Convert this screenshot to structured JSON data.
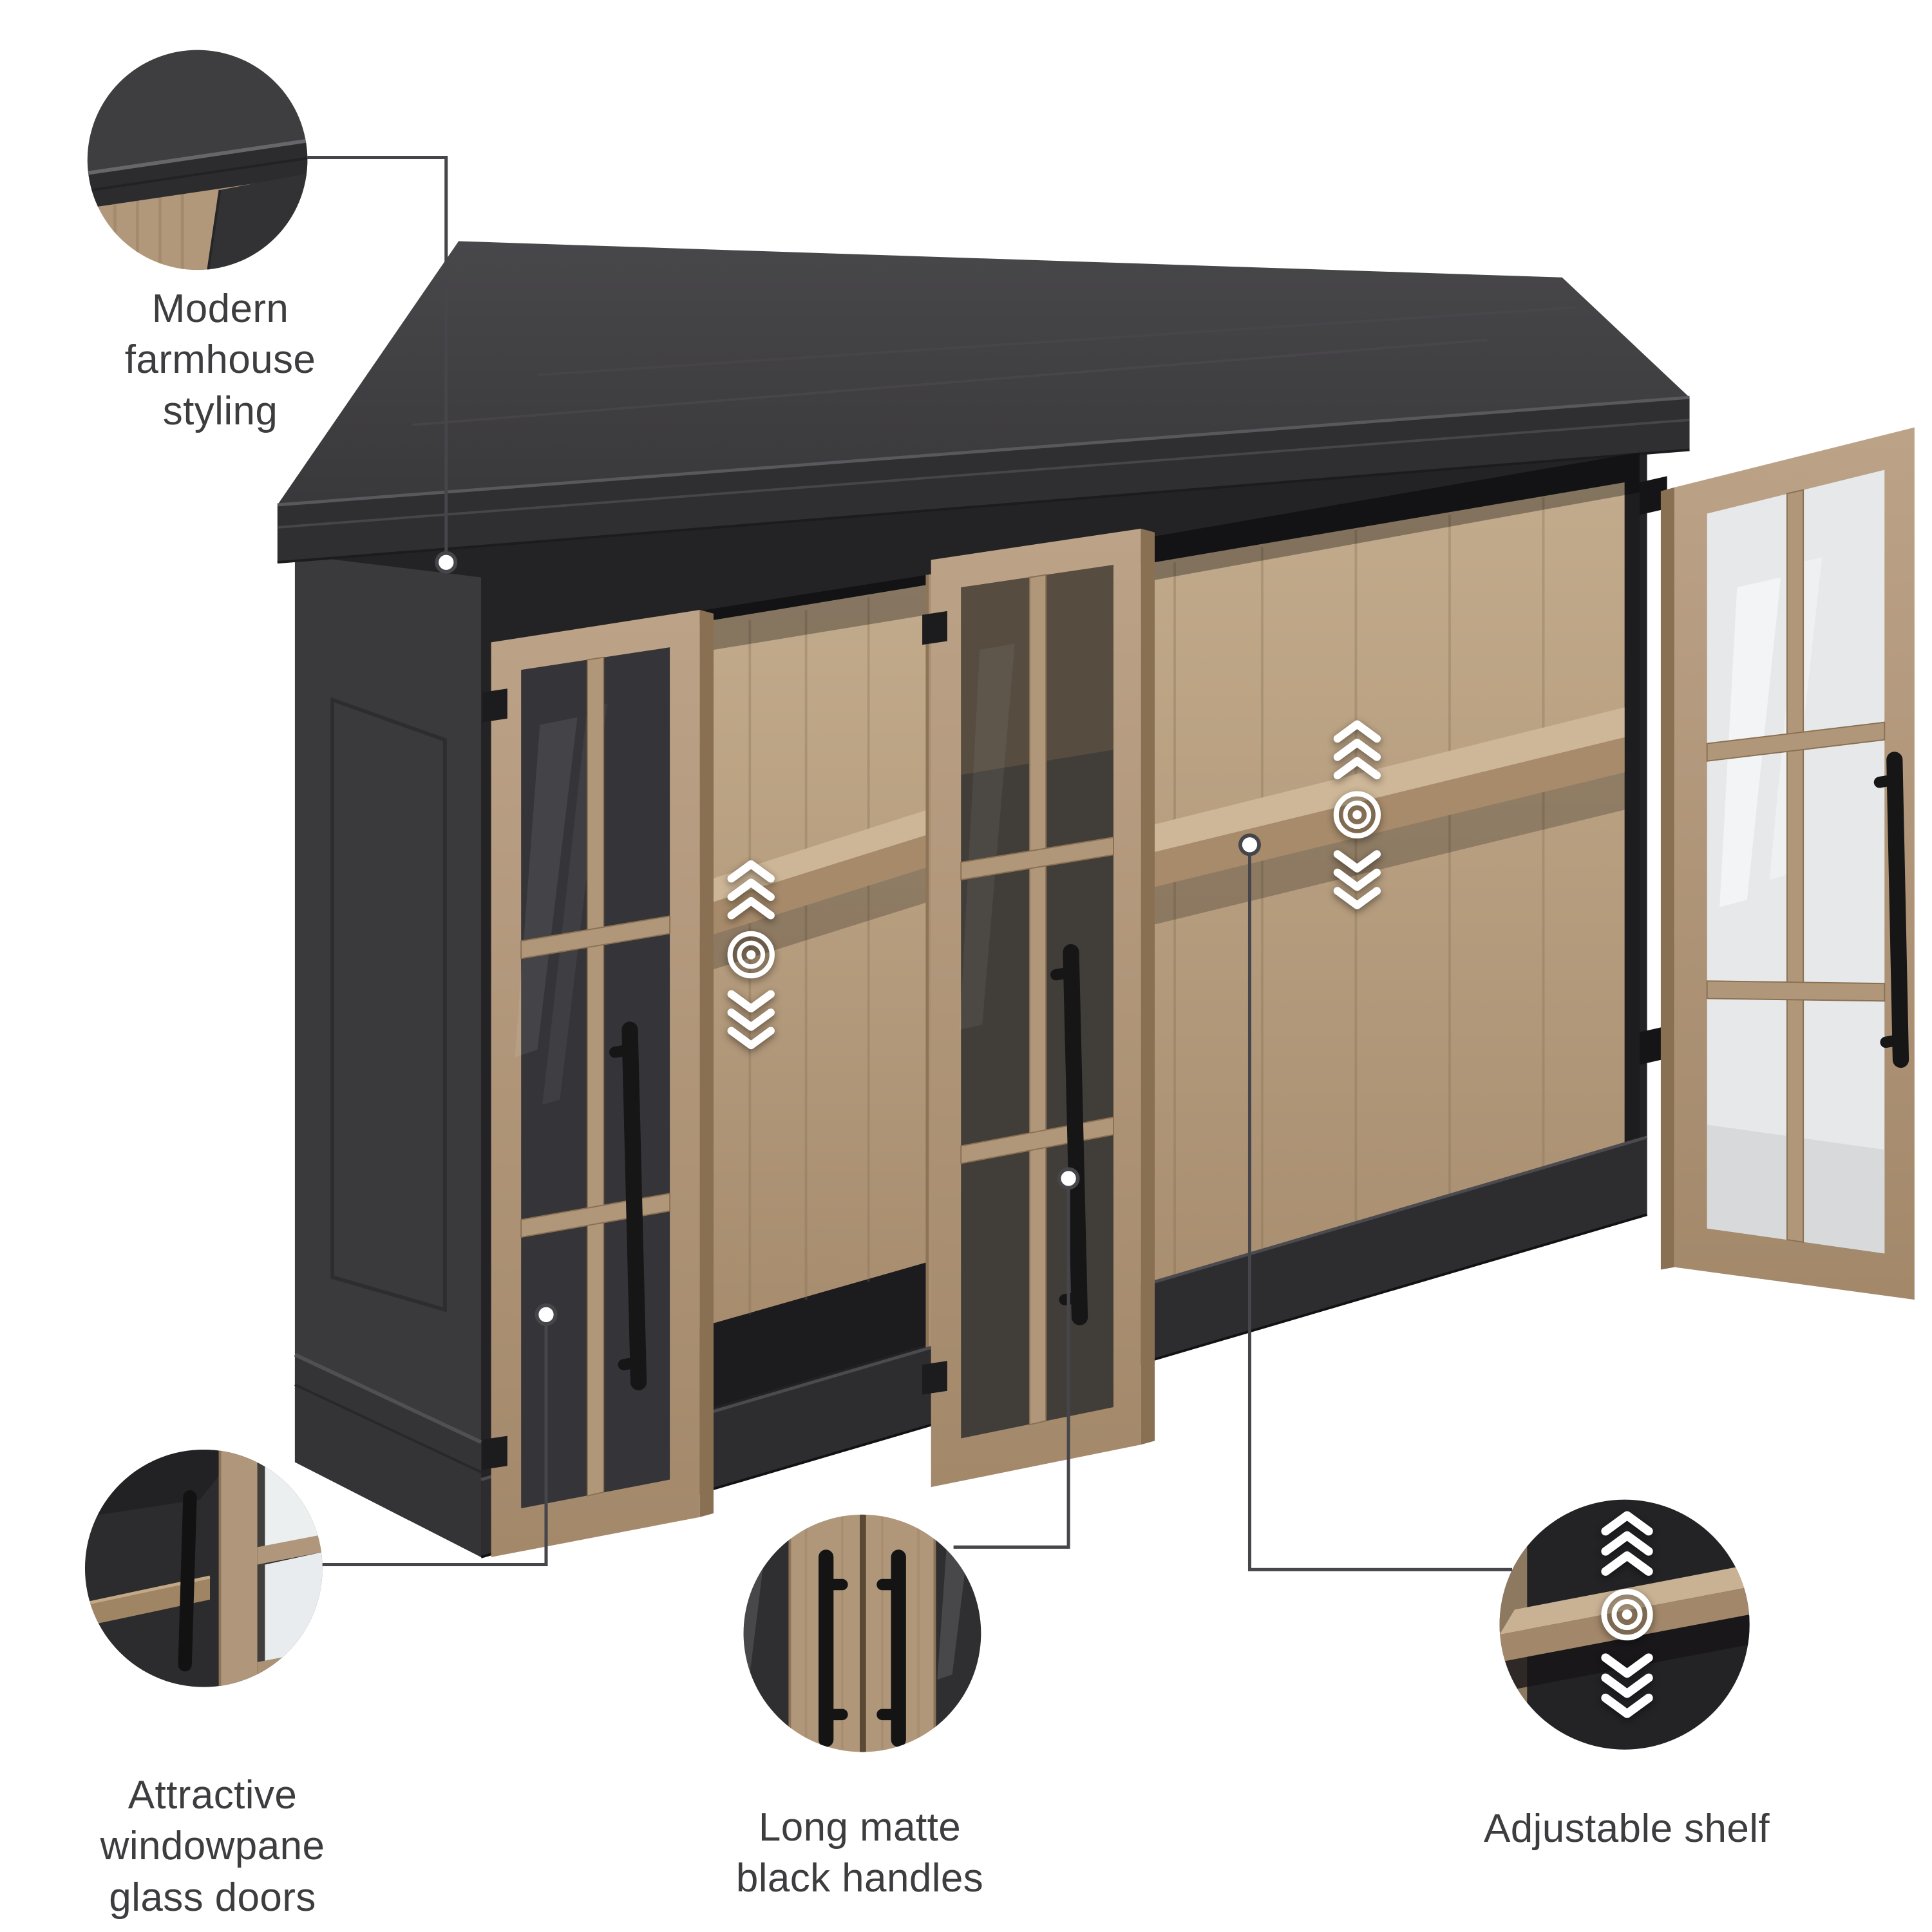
{
  "image_type": "product feature infographic",
  "product": {
    "description_visible": "Black storage cabinet with three open windowpane glass doors, wood-tone interior, adjustable shelves and long black door handles"
  },
  "callouts": {
    "farmhouse": {
      "label": "Modern farmhouse styling"
    },
    "windowpane": {
      "label": "Attractive windowpane glass doors"
    },
    "handles": {
      "label": "Long matte black handles"
    },
    "shelf": {
      "label": "Adjustable shelf"
    }
  },
  "colors": {
    "background": "#ffffff",
    "text": "#3d3d3f",
    "line": "#45454a",
    "cabinet_dark": "#333234",
    "wood_tan": "#b1977a",
    "interior_tan": "#b9a284",
    "handle_black": "#161617",
    "glass_light": "#e7e8ea",
    "icon_white": "#ffffff"
  }
}
